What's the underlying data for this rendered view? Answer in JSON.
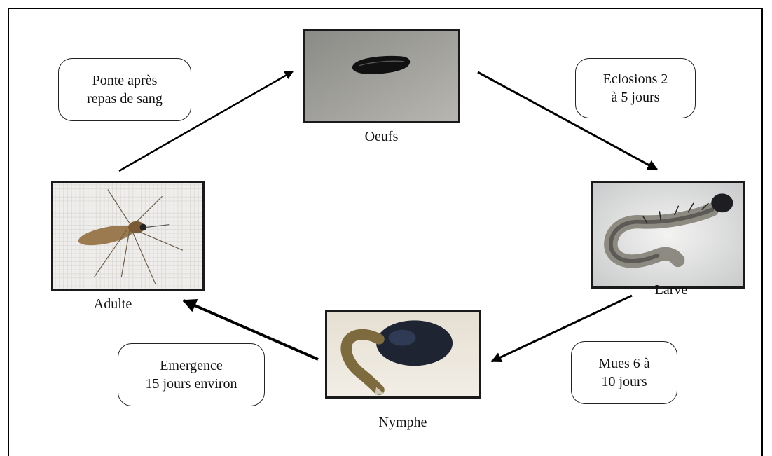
{
  "stages": {
    "eggs": {
      "label": "Oeufs"
    },
    "larva": {
      "label": "Larve"
    },
    "pupa": {
      "label": "Nymphe"
    },
    "adult": {
      "label": "Adulte"
    }
  },
  "transitions": {
    "eggs_to_larva": {
      "line1": "Eclosions 2",
      "line2": "à 5 jours"
    },
    "larva_to_pupa": {
      "line1": "Mues 6 à",
      "line2": "10 jours"
    },
    "pupa_to_adult": {
      "line1": "Emergence",
      "line2": "15 jours environ"
    },
    "adult_to_eggs": {
      "line1": "Ponte après",
      "line2": "repas de sang"
    }
  },
  "colors": {
    "frame": "#000000",
    "arrow": "#000000"
  }
}
